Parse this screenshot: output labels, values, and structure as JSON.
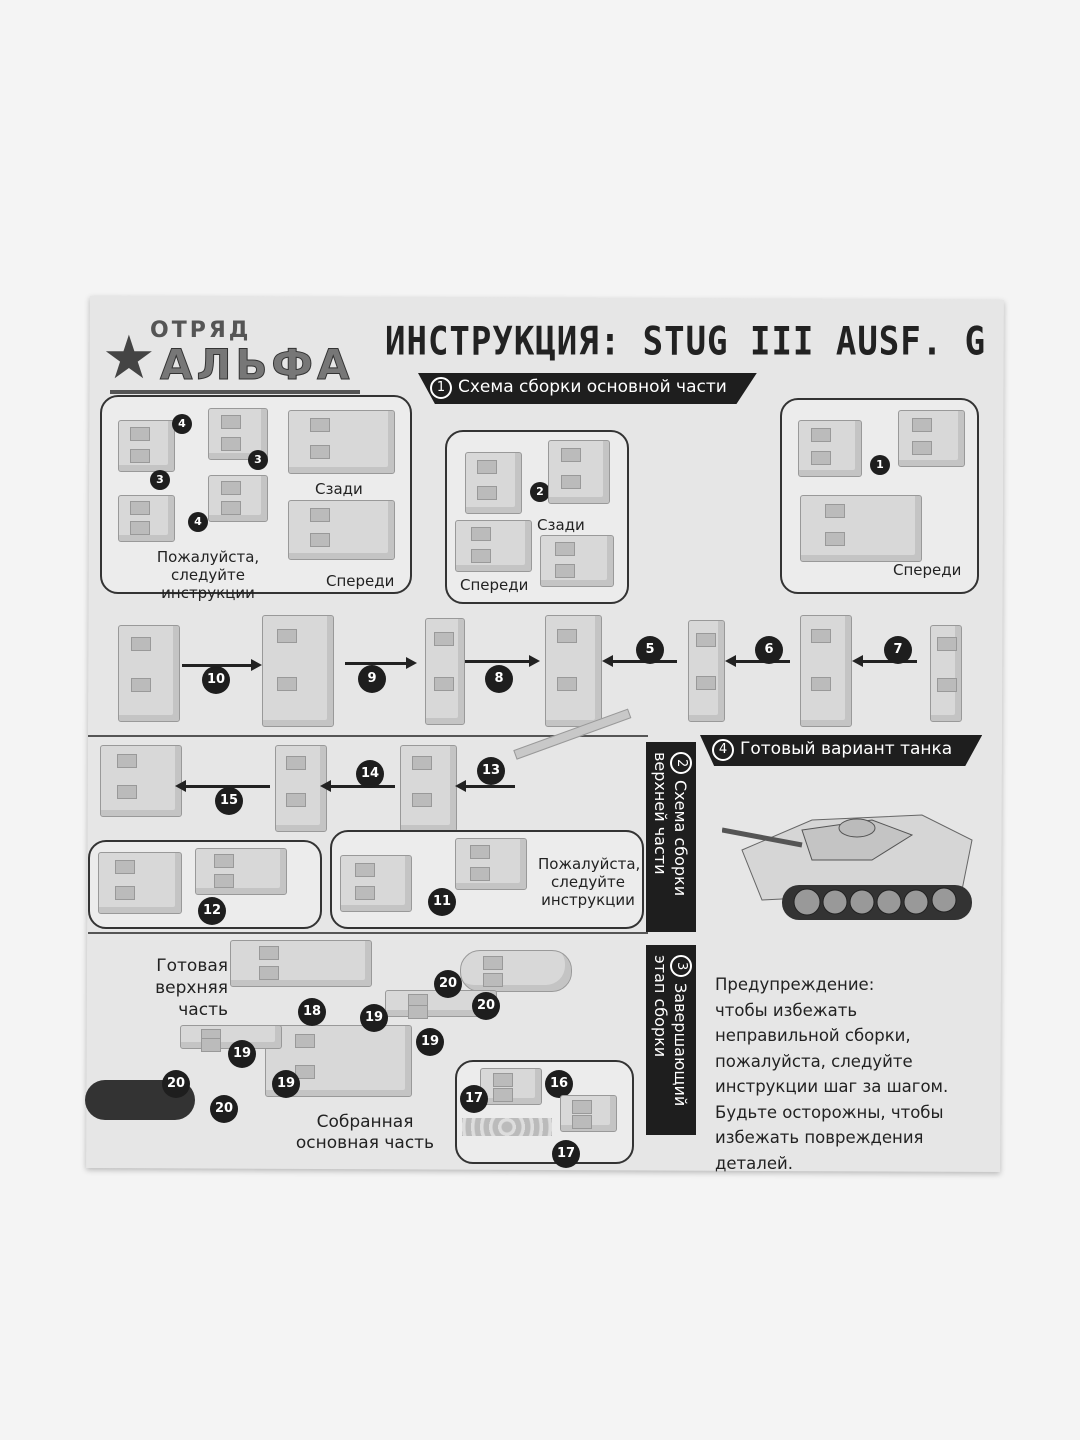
{
  "header": {
    "logo_line1": "ОТРЯД",
    "logo_line2": "АЛЬФА",
    "title": "ИНСТРУКЦИЯ: STUG III AUSF. G"
  },
  "section1": {
    "number": "1",
    "title": "Схема сборки основной части",
    "left_callout": {
      "steps": [
        "4",
        "3",
        "3",
        "4"
      ],
      "label_back": "Сзади",
      "label_front": "Спереди",
      "note": "Пожалуйста, следуйте инструкции"
    },
    "middle_callout": {
      "steps": [
        "2"
      ],
      "label_back": "Сзади",
      "label_front": "Спереди"
    },
    "right_callout": {
      "steps": [
        "1"
      ],
      "label_front": "Спереди"
    },
    "row_steps": [
      "10",
      "9",
      "8",
      "5",
      "6",
      "7"
    ]
  },
  "section2": {
    "number": "2",
    "title": "Схема сборки верхней части",
    "row_steps": [
      "15",
      "14",
      "13"
    ],
    "callout_steps": [
      "12",
      "11"
    ],
    "note": "Пожалуйста, следуйте инструкции"
  },
  "section3": {
    "number": "3",
    "title": "Завершающий этап сборки",
    "label_upper": "Готовая верхняя часть",
    "label_main": "Собранная основная часть",
    "steps": [
      "18",
      "19",
      "19",
      "19",
      "19",
      "20",
      "20",
      "20",
      "20"
    ],
    "callout_steps": [
      "16",
      "17",
      "17"
    ]
  },
  "section4": {
    "number": "4",
    "title": "Готовый вариант танка"
  },
  "warning": {
    "lines": [
      "Предупреждение:",
      "чтобы избежать",
      "неправильной сборки,",
      "пожалуйста, следуйте",
      "инструкции шаг за шагом.",
      "Будьте осторожны, чтобы",
      "избежать повреждения",
      "деталей."
    ]
  }
}
